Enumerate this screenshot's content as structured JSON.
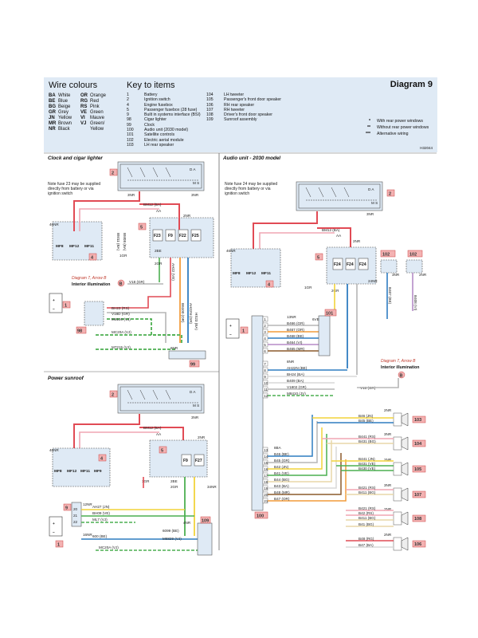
{
  "header": {
    "wire_colours_title": "Wire colours",
    "key_title": "Key to items",
    "diagram_title": "Diagram 9",
    "code": "H32044",
    "wire_colours_left": [
      {
        "code": "BA",
        "name": "White"
      },
      {
        "code": "BE",
        "name": "Blue"
      },
      {
        "code": "BG",
        "name": "Beige"
      },
      {
        "code": "GR",
        "name": "Grey"
      },
      {
        "code": "JN",
        "name": "Yellow"
      },
      {
        "code": "MR",
        "name": "Brown"
      },
      {
        "code": "NR",
        "name": "Black"
      }
    ],
    "wire_colours_right": [
      {
        "code": "OR",
        "name": "Orange"
      },
      {
        "code": "RG",
        "name": "Red"
      },
      {
        "code": "RS",
        "name": "Pink"
      },
      {
        "code": "VE",
        "name": "Green"
      },
      {
        "code": "VI",
        "name": "Mauve"
      },
      {
        "code": "VJ",
        "name": "Green/"
      },
      {
        "code": "",
        "name": "Yellow"
      }
    ],
    "key_left": [
      {
        "num": "1",
        "text": "Battery"
      },
      {
        "num": "2",
        "text": "Ignition switch"
      },
      {
        "num": "4",
        "text": "Engine fusebox"
      },
      {
        "num": "5",
        "text": "Passenger fusebox (28 fuse)"
      },
      {
        "num": "9",
        "text": "Built in systems interface (BSI)"
      },
      {
        "num": "98",
        "text": "Cigar lighter"
      },
      {
        "num": "99",
        "text": "Clock"
      },
      {
        "num": "100",
        "text": "Audio unit (2030 model)"
      },
      {
        "num": "101",
        "text": "Satellite controls"
      },
      {
        "num": "102",
        "text": "Electric aerial module"
      },
      {
        "num": "103",
        "text": "LH rear speaker"
      }
    ],
    "key_right": [
      {
        "num": "104",
        "text": "LH tweeter"
      },
      {
        "num": "105",
        "text": "Passenger's front door speaker"
      },
      {
        "num": "106",
        "text": "RH rear speaker"
      },
      {
        "num": "107",
        "text": "RH tweeter"
      },
      {
        "num": "108",
        "text": "Driver's front door speaker"
      },
      {
        "num": "109",
        "text": "Sunroof assembly"
      }
    ],
    "legend": [
      {
        "symbol": "*",
        "text": "With rear power windows"
      },
      {
        "symbol": "**",
        "text": "Without rear power windows"
      },
      {
        "symbol": "***",
        "text": "Alternative wiring"
      }
    ]
  },
  "sections": {
    "clock": {
      "title": "Clock and cigar lighter",
      "note_lines": [
        "Note fuse 23 may be supplied",
        "directly from battery or via",
        "ignition switch"
      ],
      "xref": "Diagram 7, Arrow B",
      "interior": "Interior illumination",
      "fuses": [
        "F23",
        "F9",
        "F22",
        "F25"
      ],
      "mf": [
        "MF8",
        "MF12",
        "MF11"
      ],
      "labels": {
        "bm12": "BM12 (BA)",
        "aa": "AA",
        "nr2": "2NR",
        "nr3": "3NR",
        "nr6": "6NR",
        "gr1": "1GR",
        "be2": "2BE",
        "gr2": "2GR",
        "nr46": "46NR",
        "nr3b": "3NR",
        "v18": "V18 (GR)",
        "bh23": "BH23 (RS)",
        "v18d": "V18D (GR)",
        "m6100": "M6100 (VJ)",
        "mc20a": "MC20A (VJ)",
        "m7215": "M7215 (VJ)",
        "bm11": "BM11 (BA)",
        "bm08": "BM08 (BA)",
        "bm09": "BM09 (BA)",
        "ah22": "AH22 (VE)",
        "b3": "B3 (JN)",
        "ah23": "AH23 (RS)",
        "b6100": "B6100 (OR)",
        "ah22n": "AH22N (GR)",
        "hs23": "HS23 (BA)",
        "bw": "BW",
        "b15": "B15",
        "b22": "B22",
        "b23": "B23"
      },
      "items": {
        "switch": "2",
        "fusebox5": "5",
        "fusebox4": "4",
        "battery": "1",
        "lighter": "98",
        "clock": "99",
        "bsi": "9",
        "b_tag": "B"
      }
    },
    "audio": {
      "title": "Audio unit - 2030 model",
      "note_lines": [
        "Note fuse 24 may be supplied",
        "directly from battery or via",
        "ignition switch"
      ],
      "xref": "Diagram 7, Arrow B",
      "interior": "Interior illumination",
      "fuses": [
        "F24",
        "F24",
        "F24"
      ],
      "mf": [
        "MF8",
        "MF12",
        "MF11"
      ],
      "unit_left": [
        {
          "pin": "1",
          "label": "13NR"
        },
        {
          "pin": "2",
          "label": "B466 (GR)"
        },
        {
          "pin": "3",
          "label": "B467 (OR)"
        },
        {
          "pin": "4",
          "label": "B468 (BE)"
        },
        {
          "pin": "5",
          "label": "B464 (VI)"
        },
        {
          "pin": "6",
          "label": "B465 (MR)"
        }
      ],
      "sat_labels": [
        "6VE"
      ],
      "unit_mid": [
        {
          "pin": "7",
          "label": "8NR"
        },
        {
          "pin": "8",
          "label": "AH22N (BE)"
        },
        {
          "pin": "9",
          "label": "BH24 (BA)"
        },
        {
          "pin": "10",
          "label": "B409 (BA)"
        },
        {
          "pin": "11",
          "label": "V1802 (GR)"
        },
        {
          "pin": "12",
          "label": "M8410 (JV)"
        }
      ],
      "v18": "V18 (GR)",
      "unit_spk": [
        {
          "pin": "13",
          "label": "8BA"
        },
        {
          "pin": "14",
          "label": "B46 (BE)"
        },
        {
          "pin": "15",
          "label": "B45 (GR)"
        },
        {
          "pin": "16",
          "label": "B42 (JN)"
        },
        {
          "pin": "17",
          "label": "B41 (VE)"
        },
        {
          "pin": "18",
          "label": "B44 (BG)"
        },
        {
          "pin": "19",
          "label": "B43 (BA)"
        },
        {
          "pin": "20",
          "label": "B48 (MR)"
        },
        {
          "pin": "21",
          "label": "B47 (OR)"
        }
      ],
      "spk_wires": [
        "B46 (JN)",
        "B45 (BE)",
        "B441 (RS)",
        "B431 (BG)",
        "B441 (JN)",
        "B431 (VE)",
        "B430 (VE)",
        "B421 (RS)",
        "B411 (BG)",
        "B421 (RS)",
        "B42 (RS)",
        "B411 (BG)",
        "B41 (BG)",
        "B48 (RG)",
        "B47 (BA)"
      ],
      "spk_nr": [
        "2NR",
        "3NR",
        "2NR",
        "3NR",
        "2NR",
        "2NR"
      ],
      "labels": {
        "bm12": "BM12 (BA)",
        "aa": "AA",
        "nr2": "2NR",
        "nr3": "3NR",
        "gr1": "1GR",
        "gr2": "2GR",
        "nr46": "46NR",
        "nr3c": "3NR",
        "b6xx": "B608 (BA)",
        "bh24": "BH24 (BA)",
        "b400": "B400 (VI)",
        "nr24": "24NR",
        "mr3": "3NR",
        "nr2c": "2NR",
        "vi1": "B407 (BE)",
        "vi2": "B408 (VI)",
        "b15": "B15",
        "b22": "B22",
        "b24": "B24"
      },
      "items": {
        "switch": "2",
        "fusebox5": "5",
        "fusebox4": "4",
        "battery": "1",
        "unit": "100",
        "sat": "101",
        "aerial": "102",
        "aerial2": "102",
        "s103": "103",
        "s104": "104",
        "s105": "105",
        "s107": "107",
        "s108": "108",
        "s106": "106",
        "b_tag": "B"
      }
    },
    "sunroof": {
      "title": "Power sunroof",
      "fuses": [
        "F9",
        "F27"
      ],
      "mf": [
        "MF8",
        "MF12",
        "MF11",
        "MF9"
      ],
      "bsi_pins": [
        "20",
        "21",
        "22"
      ],
      "labels": {
        "bm12": "BM12 (BA)",
        "aa": "AA",
        "nr2": "2NR",
        "nr3": "3NR",
        "gr1": "1GR",
        "be2": "2BE",
        "gr2": "2GR",
        "nr46": "46NR",
        "nr34": "34NR",
        "nr12": "12NR",
        "ah27": "AH27 (JN)",
        "bh09": "BH09 (VE)",
        "ml7": "ML7 (VJ)",
        "nr16": "16NR",
        "b600": "600 (BE)",
        "mc20a": "MC20A (VJ)",
        "b609": "6099 (BE)",
        "m6829": "M6829 (VJ)",
        "nr4": "4NR",
        "bsi_top": "12GBE",
        "gr2b": "2GR",
        "bm9": "BM09 (BA)",
        "bm08": "BM08 (BA)",
        "bm11": "BM11 (BA)",
        "b3": "B3",
        "b17": "B17"
      },
      "items": {
        "switch": "2",
        "fusebox5": "5",
        "fusebox4": "4",
        "battery": "1",
        "bsi": "9",
        "sunroof": "109"
      }
    }
  },
  "colors": {
    "red": "#e14b55",
    "pink": "#f0a6b4",
    "blue": "#2f7dc1",
    "green": "#4caf50",
    "yellow": "#f2d33a",
    "grey": "#b5b5b5",
    "beige": "#e8d7a8",
    "orange": "#f29b3a",
    "mauve": "#b58cc7",
    "brown": "#8b5a2b",
    "black": "#222222",
    "header_bg": "#dfeaf5",
    "tag_bg": "#f3b2b2",
    "box_blue": "#dfeaf5"
  }
}
